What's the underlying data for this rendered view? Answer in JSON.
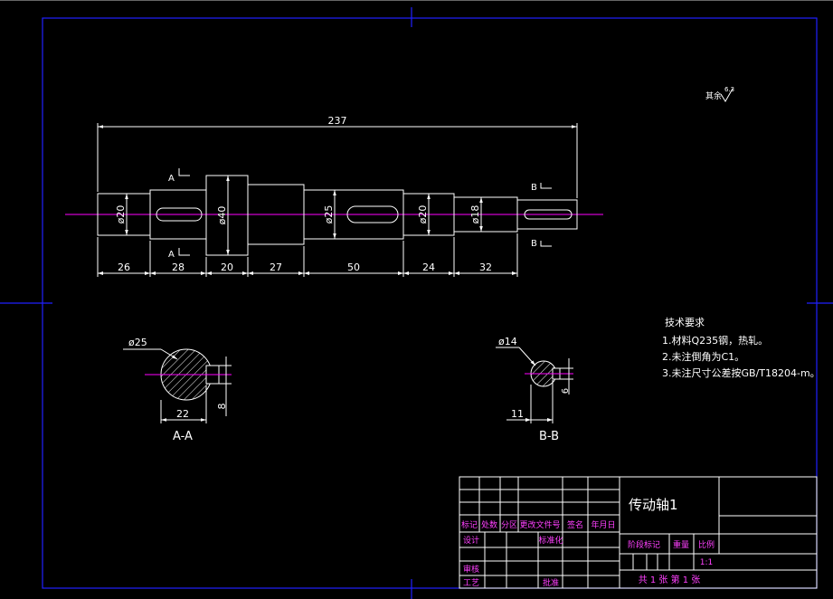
{
  "colors": {
    "background": "#000000",
    "line": "#ffffff",
    "frame": "#2020ff",
    "centerline": "#ff00ff",
    "hatch": "#ffffff",
    "table_text": "#ff40ff",
    "table_line": "#ffffff"
  },
  "shaft": {
    "overall_length": "237",
    "segment_lengths": [
      "26",
      "28",
      "20",
      "27",
      "50",
      "24",
      "32"
    ],
    "diameters": [
      "ø20",
      "ø40",
      "ø25",
      "ø20",
      "ø18"
    ]
  },
  "section_marks": {
    "a_top": "A",
    "a_bottom": "A",
    "b_top": "B",
    "b_bottom": "B"
  },
  "section_aa": {
    "label": "A-A",
    "diameter": "ø25",
    "width": "22",
    "keyway": "8"
  },
  "section_bb": {
    "label": "B-B",
    "diameter": "ø14",
    "width": "11",
    "keyway": "6"
  },
  "roughness": {
    "label": "其余",
    "value": "6.3"
  },
  "tech_requirements": {
    "title": "技术要求",
    "items": [
      "1.材料Q235钢，热轧。",
      "2.未注倒角为C1。",
      "3.未注尺寸公差按GB/T18204-m。"
    ]
  },
  "title_block": {
    "part_name": "传动轴1",
    "header_cols": [
      "标记",
      "处数",
      "分区",
      "更改文件号",
      "签名",
      "年月日"
    ],
    "design": "设计",
    "standardize": "标准化",
    "review": "审核",
    "process": "工艺",
    "approve": "批准",
    "stage_mark": "阶段标记",
    "weight": "重量",
    "scale": "比例",
    "scale_value": "1:1",
    "sheet_info": "共 1 张 第 1 张"
  }
}
